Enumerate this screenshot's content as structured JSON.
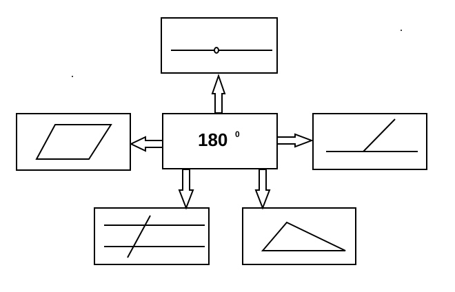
{
  "center": {
    "value": "180",
    "superscript": "0"
  },
  "satellites": [
    {
      "id": "top",
      "depicts": "straight-angle"
    },
    {
      "id": "left",
      "depicts": "parallelogram"
    },
    {
      "id": "right",
      "depicts": "adjacent-angles"
    },
    {
      "id": "bottom-left",
      "depicts": "parallel-lines-with-transversal"
    },
    {
      "id": "bottom-right",
      "depicts": "triangle"
    }
  ],
  "colors": {
    "stroke": "#000000",
    "fill": "#ffffff"
  }
}
